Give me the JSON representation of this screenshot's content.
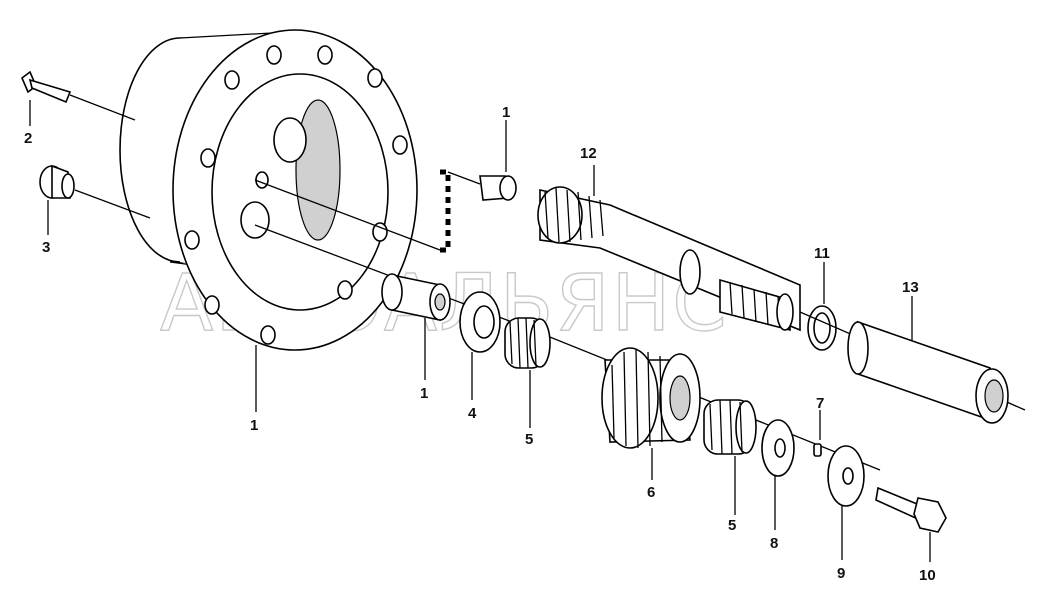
{
  "watermark": "АВТОАЛЬЯНС",
  "callouts": [
    {
      "id": "c-1a",
      "text": "1"
    },
    {
      "id": "c-1b",
      "text": "1"
    },
    {
      "id": "c-1c",
      "text": "1"
    },
    {
      "id": "c-2",
      "text": "2"
    },
    {
      "id": "c-3",
      "text": "3"
    },
    {
      "id": "c-4",
      "text": "4"
    },
    {
      "id": "c-5a",
      "text": "5"
    },
    {
      "id": "c-5b",
      "text": "5"
    },
    {
      "id": "c-6",
      "text": "6"
    },
    {
      "id": "c-7",
      "text": "7"
    },
    {
      "id": "c-8",
      "text": "8"
    },
    {
      "id": "c-9",
      "text": "9"
    },
    {
      "id": "c-10",
      "text": "10"
    },
    {
      "id": "c-11",
      "text": "11"
    },
    {
      "id": "c-12",
      "text": "12"
    },
    {
      "id": "c-13",
      "text": "13"
    }
  ]
}
